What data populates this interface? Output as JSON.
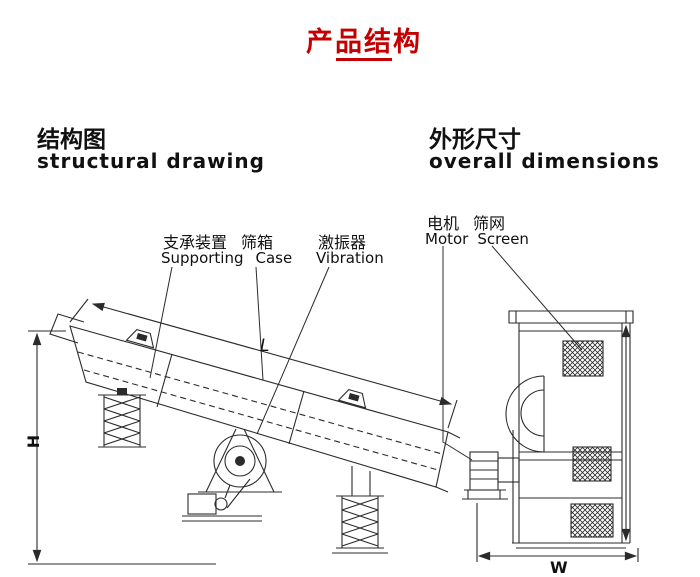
{
  "title": {
    "text": "产品结构"
  },
  "colors": {
    "accent_red": "#c40000",
    "line": "#2b2b2b",
    "background": "#ffffff"
  },
  "left_panel": {
    "heading_cn": "结构图",
    "heading_en": "structural drawing",
    "labels": {
      "supporting_cn": "支承装置",
      "case_cn": "筛箱",
      "supporting_en": "Supporting",
      "case_en": "Case",
      "vibration_cn": "激振器",
      "vibration_en": "Vibration"
    },
    "dims": {
      "height": "H",
      "length": "L"
    }
  },
  "right_panel": {
    "heading_cn": "外形尺寸",
    "heading_en": "overall dimensions",
    "labels": {
      "motor_cn": "电机",
      "screen_cn": "筛网",
      "motor_en": "Motor",
      "screen_en": "Screen"
    },
    "dims": {
      "width": "W"
    }
  }
}
